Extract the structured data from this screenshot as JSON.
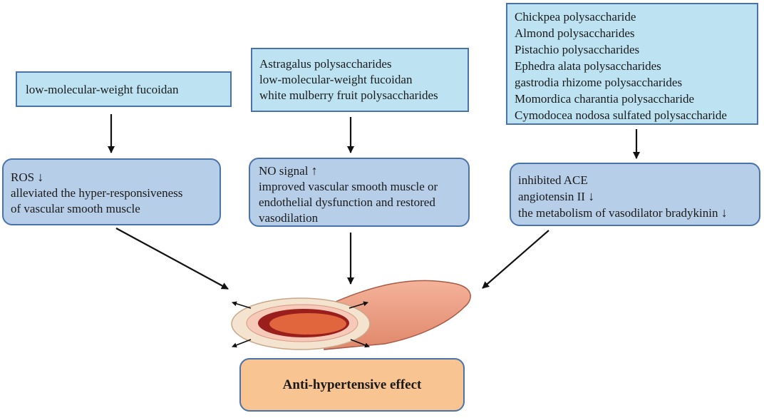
{
  "sources": {
    "left": [
      "low-molecular-weight fucoidan"
    ],
    "center": [
      "Astragalus polysaccharides",
      "low-molecular-weight fucoidan",
      "white mulberry fruit polysaccharides"
    ],
    "right": [
      "Chickpea  polysaccharide",
      "Almond  polysaccharides",
      "Pistachio polysaccharides",
      "Ephedra alata polysaccharides",
      "gastrodia rhizome  polysaccharides",
      "Momordica charantia polysaccharide",
      "Cymodocea nodosa sulfated polysaccharide"
    ]
  },
  "mechanisms": {
    "left": {
      "lines": [
        "ROS",
        "alleviated the hyper-responsiveness",
        "of vascular smooth muscle"
      ],
      "arrow": "↓"
    },
    "center": {
      "lines": [
        "NO signal",
        "improved vascular smooth muscle or",
        "endothelial dysfunction and restored",
        "vasodilation"
      ],
      "arrow": "↑"
    },
    "right": {
      "lines": [
        "inhibited ACE",
        "angiotensin II",
        "the metabolism of vasodilator bradykinin"
      ],
      "arrows": [
        "↓",
        "↓"
      ]
    }
  },
  "result": {
    "label": "Anti-hypertensive effect"
  },
  "colors": {
    "source_box": "#bde3f3",
    "mechanism_box": "#b7cee8",
    "result_box": "#f8c492",
    "border": "#4a72ad"
  }
}
